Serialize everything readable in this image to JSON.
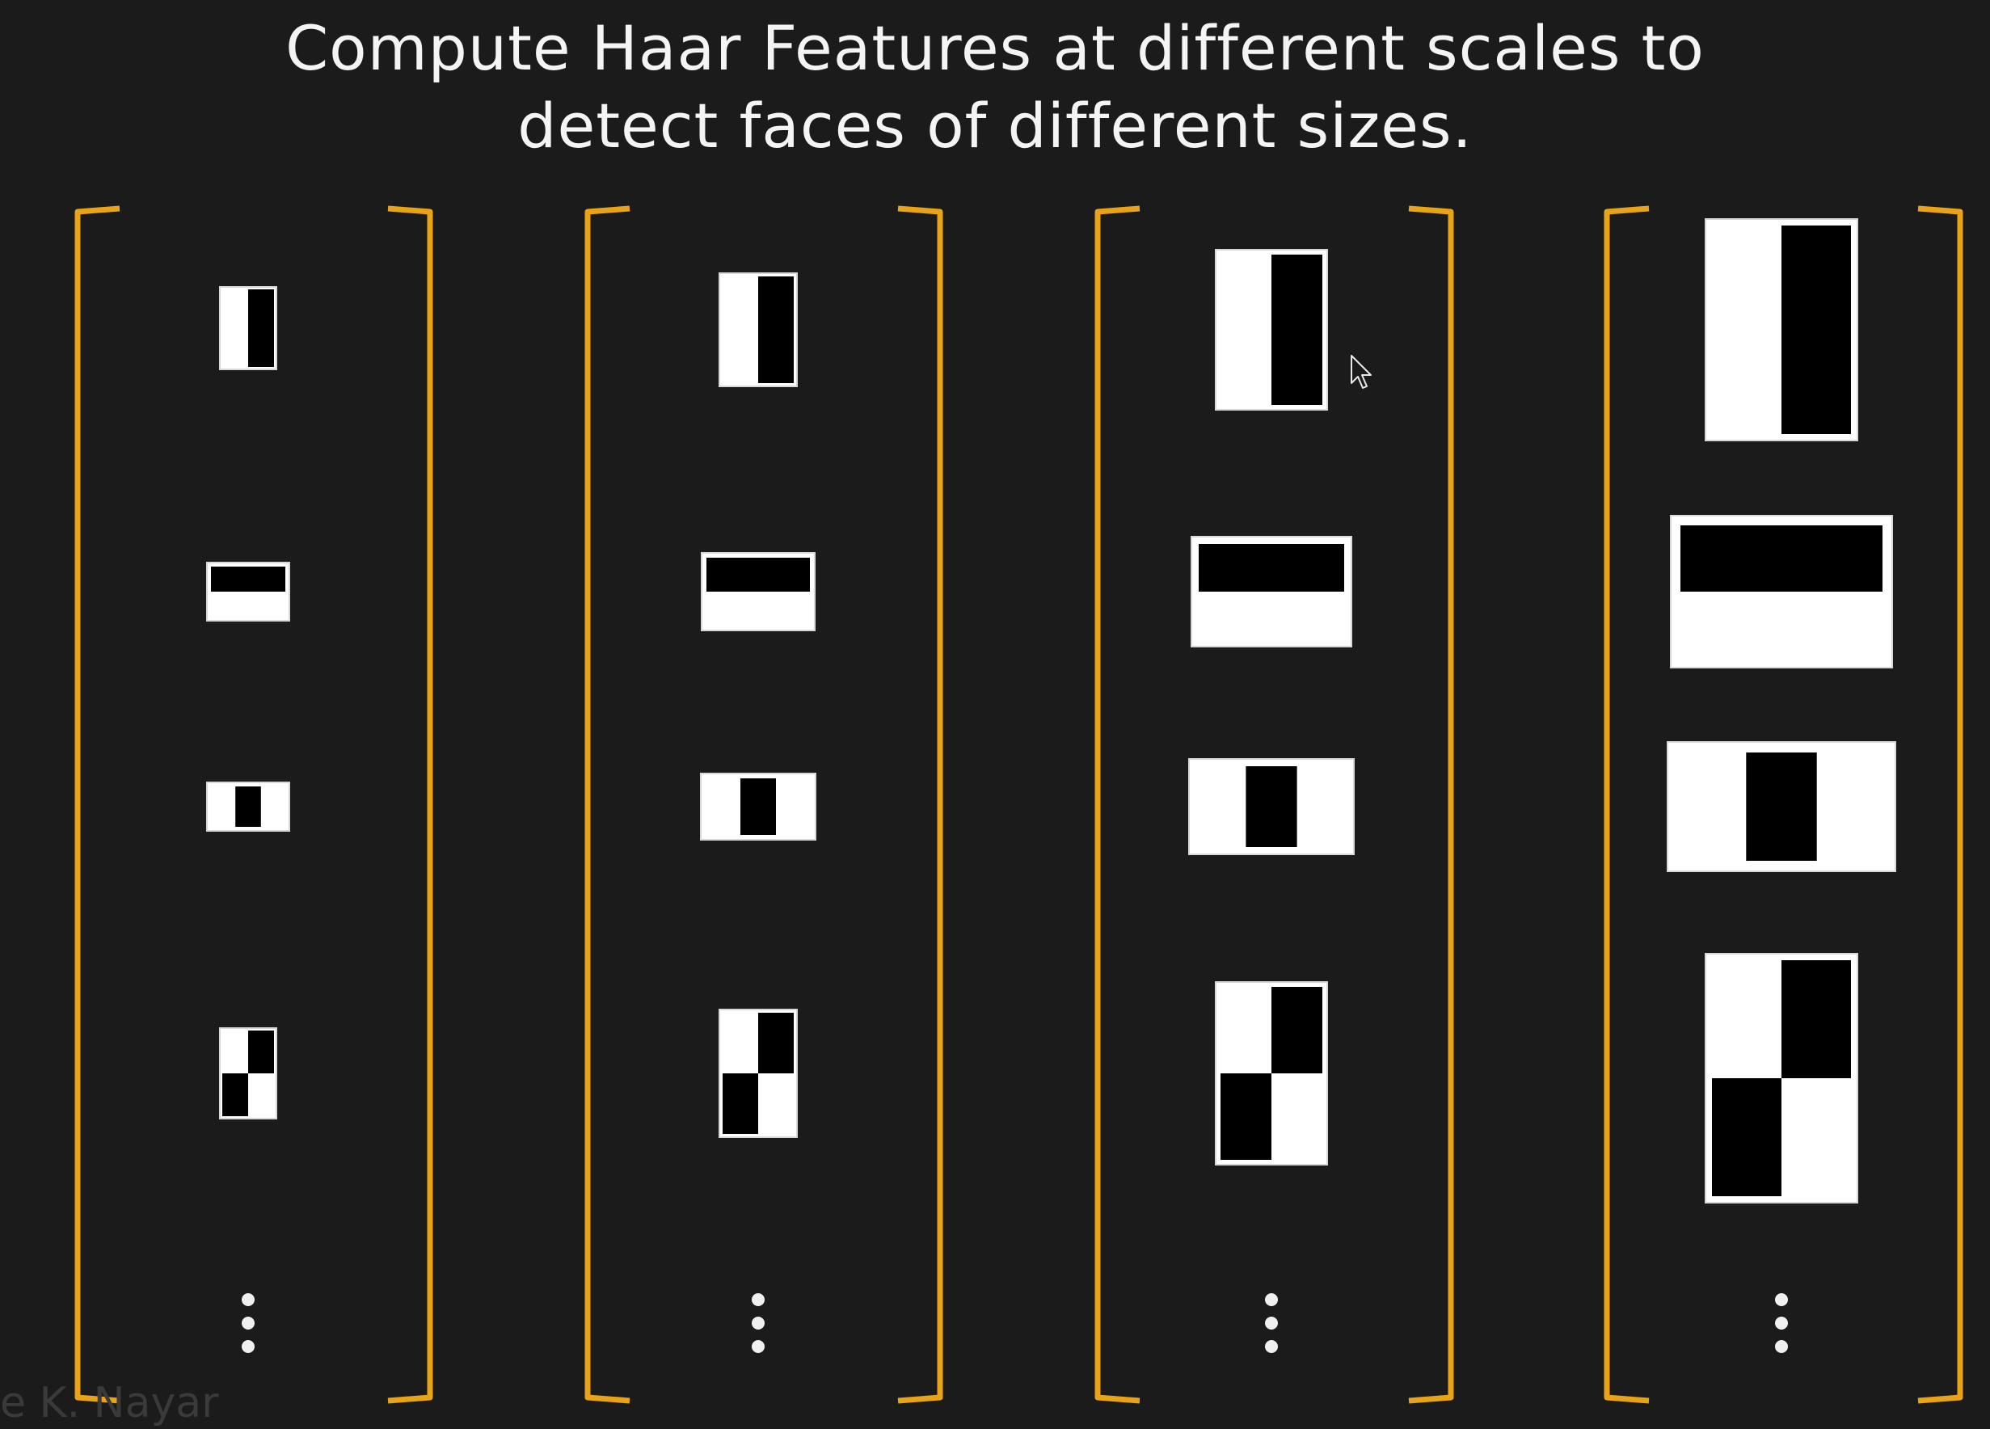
{
  "title": {
    "line1": "Compute Haar Features at different scales to",
    "line2": "detect faces of different sizes."
  },
  "watermark": "e K. Nayar",
  "colors": {
    "background": "#1b1b1b",
    "bracket": "#e8a317",
    "feature_white": "#ffffff",
    "feature_black": "#000000",
    "text": "#f4f4f4"
  },
  "scales": [
    {
      "name": "scale-1"
    },
    {
      "name": "scale-2"
    },
    {
      "name": "scale-3"
    },
    {
      "name": "scale-4"
    }
  ],
  "feature_types": [
    {
      "name": "vertical-edge-feature"
    },
    {
      "name": "horizontal-edge-feature"
    },
    {
      "name": "line-feature"
    },
    {
      "name": "checkerboard-feature"
    }
  ],
  "continuation": "⋮",
  "icons": [
    "mouse-cursor-icon"
  ]
}
